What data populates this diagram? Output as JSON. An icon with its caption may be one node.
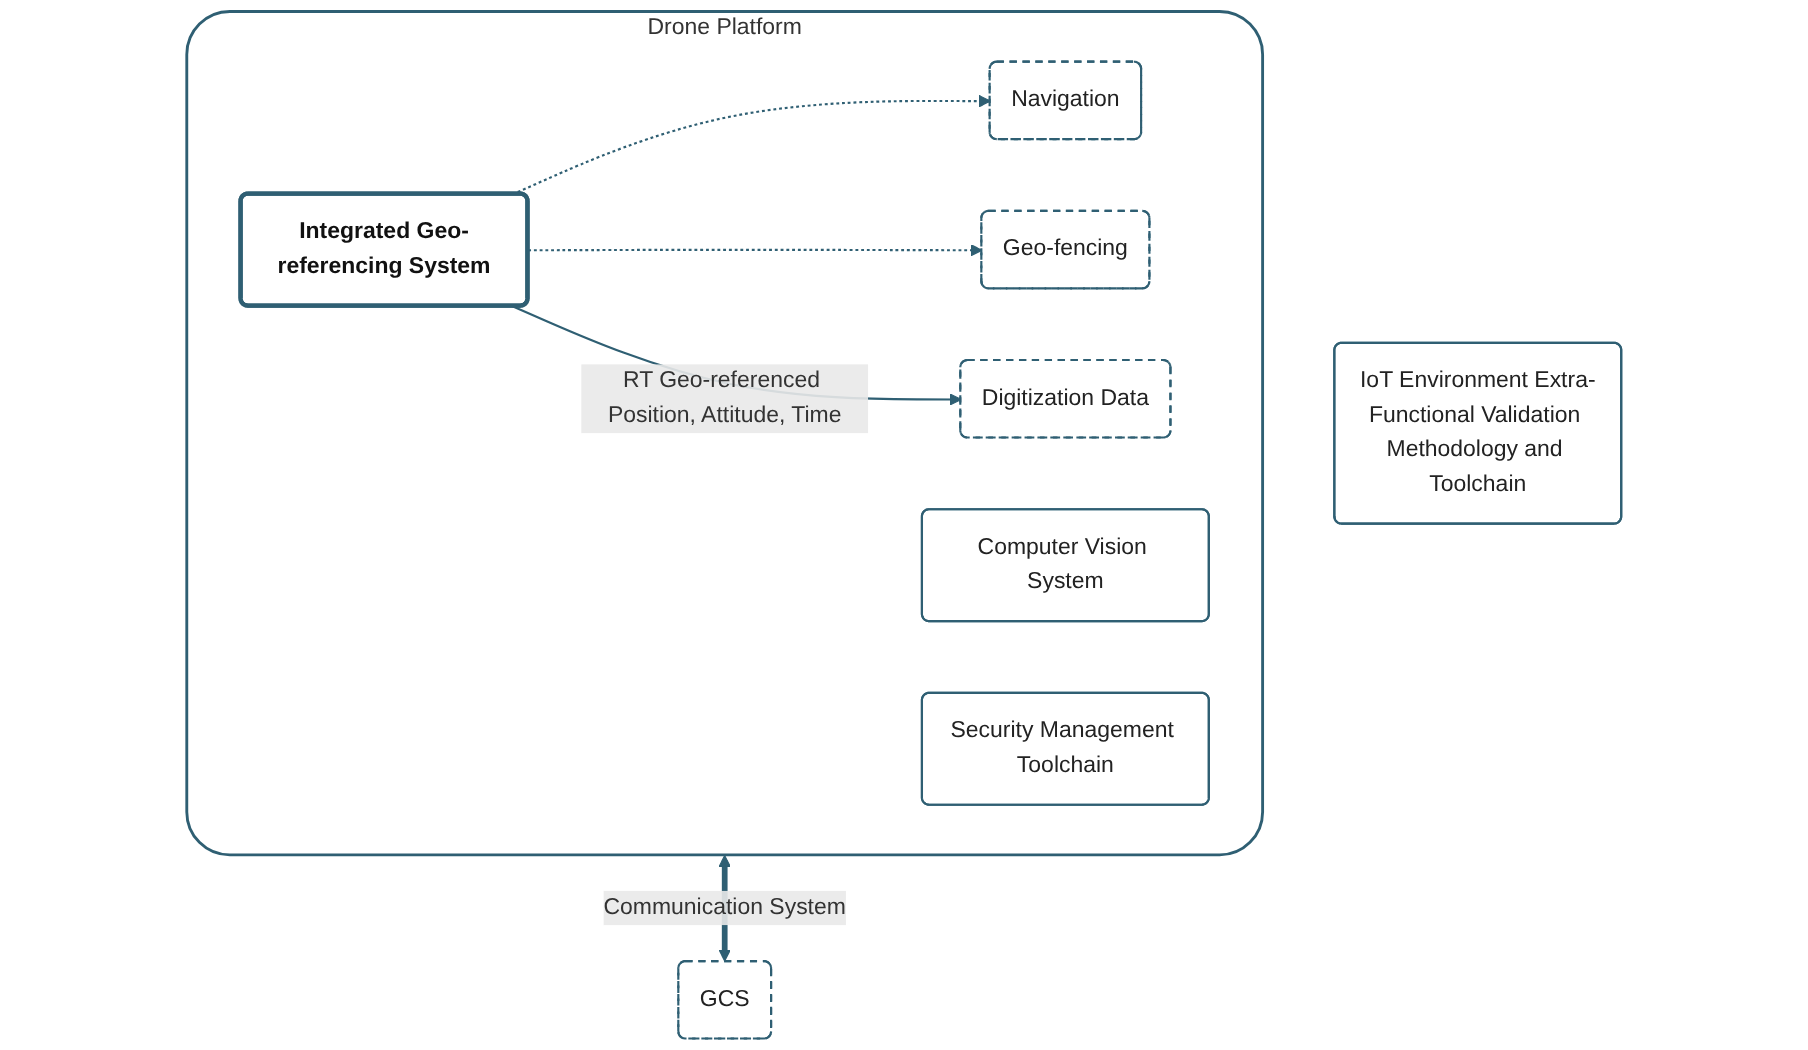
{
  "diagram": {
    "nodes": [
      {
        "text": [
          "Drone Platform"
        ]
      },
      {
        "text": [
          "Navigation"
        ],
        "in": 0
      },
      {
        "text": [
          "Geo-fencing"
        ],
        "in": 0
      },
      {
        "text": [
          "Computer Vision System"
        ],
        "in": 0
      },
      {
        "text": [
          "Security Management Toolchain"
        ],
        "in": 0
      },
      {
        "text": [
          "Integrated Geo-referencing System"
        ],
        "in": 0
      },
      {
        "text": [
          "Digitization Data"
        ],
        "in": 0
      },
      {
        "text": [
          "GCS"
        ]
      },
      {
        "text": [
          "IoT Environment Extra-Functional Validation Methodology and Toolchain"
        ]
      }
    ],
    "edges": [
      {
        "from": 5,
        "to": 1,
        "arrow": "to",
        "style": "dashed"
      },
      {
        "from": 5,
        "to": 2,
        "arrow": "to",
        "style": "dashed"
      },
      {
        "from": 5,
        "to": 6,
        "arrow": "to",
        "label": "RT Geo-referenced Position, Attitude, Time"
      },
      {
        "from": 0,
        "to": 7,
        "arrow": "both",
        "label": "Communication System",
        "style": "thick"
      }
    ]
  }
}
